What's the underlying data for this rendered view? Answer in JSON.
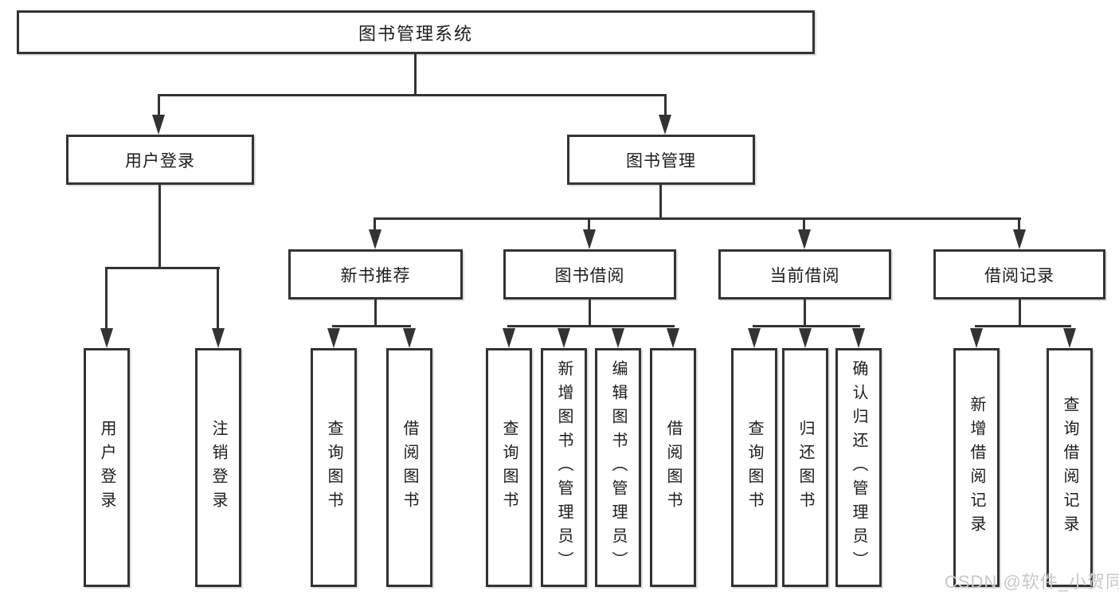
{
  "colors": {
    "line": "#333333",
    "text": "#1c1c1c",
    "background": "#ffffff",
    "watermark": "#c8c8c8"
  },
  "watermark": {
    "text": "CSDN @软件_小贺同学"
  },
  "tree": {
    "root": {
      "label": "图书管理系统"
    },
    "branches": [
      {
        "label": "用户登录",
        "leaves": [
          {
            "label": "用户登录"
          },
          {
            "label": "注销登录"
          }
        ]
      },
      {
        "label": "图书管理",
        "children": [
          {
            "label": "新书推荐",
            "leaves": [
              {
                "label": "查询图书"
              },
              {
                "label": "借阅图书"
              }
            ]
          },
          {
            "label": "图书借阅",
            "leaves": [
              {
                "label": "查询图书"
              },
              {
                "label": "新增图书（管理员）"
              },
              {
                "label": "编辑图书（管理员）"
              },
              {
                "label": "借阅图书"
              }
            ]
          },
          {
            "label": "当前借阅",
            "leaves": [
              {
                "label": "查询图书"
              },
              {
                "label": "归还图书"
              },
              {
                "label": "确认归还（管理员）"
              }
            ]
          },
          {
            "label": "借阅记录",
            "leaves": [
              {
                "label": "新增借阅记录"
              },
              {
                "label": "查询借阅记录"
              }
            ]
          }
        ]
      }
    ]
  }
}
